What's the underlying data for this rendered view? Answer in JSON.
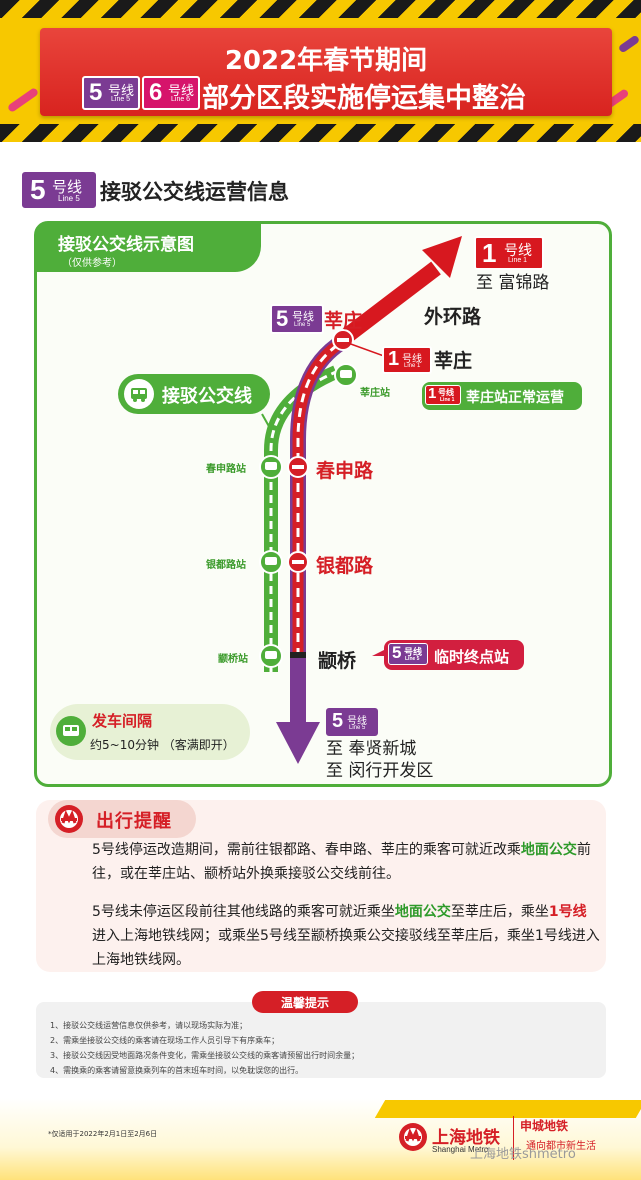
{
  "header": {
    "title_line1": "2022年春节期间",
    "title_line2": "部分区段实施停运集中整治",
    "badge_line5": {
      "num": "5",
      "zh": "号线",
      "en": "Line 5"
    },
    "badge_line6": {
      "num": "6",
      "zh": "号线",
      "en": "Line 6"
    }
  },
  "section": {
    "badge": {
      "num": "5",
      "zh": "号线",
      "en": "Line 5"
    },
    "title": "接驳公交线运营信息"
  },
  "map": {
    "tab_title": "接驳公交线示意图",
    "tab_note": "（仅供参考）",
    "bus_label": "接驳公交线",
    "line1_badge": {
      "num": "1",
      "zh": "号线",
      "en": "Line 1"
    },
    "line1_direction": "至 富锦路",
    "outer_ring": "外环路",
    "line5_badge": {
      "num": "5",
      "zh": "号线",
      "en": "Line 5"
    },
    "stations": {
      "xinzhuang": "莘庄",
      "chunshen": "春申路",
      "yindu": "银都路",
      "zhuanqiao": "颛桥"
    },
    "line1_xinzhuang": "莘庄",
    "xinzhuang_status": "莘庄站正常运营",
    "terminal_label": "临时终点站",
    "bus_stops": {
      "xinzhuang": "莘庄站",
      "chunshen": "春申路站",
      "yindu": "银都路站",
      "zhuanqiao": "颛桥站"
    },
    "line5_direction1": "至 奉贤新城",
    "line5_direction2": "至 闵行开发区",
    "interval_title": "发车间隔",
    "interval_text": "约5~10分钟 （客满即开）",
    "colors": {
      "line5": "#7b3b93",
      "line1": "#d7181f",
      "bus": "#4fae3a",
      "closed": "#d51f26"
    }
  },
  "reminder": {
    "title": "出行提醒",
    "p1_a": "5号线停运改造期间，需前往银都路、春申路、莘庄的乘客可就近改乘",
    "p1_hl": "地面公交",
    "p1_b": "前往，或在莘庄站、颛桥站外换乘接驳公交线前往。",
    "p2_a": "5号线未停运区段前往其他线路的乘客可就近乘坐",
    "p2_hl": "地面公交",
    "p2_b": "至莘庄后，乘坐",
    "p2_hr": "1号线",
    "p2_c": "进入上海地铁线网；或乘坐5号线至颛桥换乘公交接驳线至莘庄后，乘坐1号线进入上海地铁线网。"
  },
  "tips": {
    "title": "温馨提示",
    "items": [
      "1、接驳公交线运营信息仅供参考，请以现场实际为准；",
      "2、需乘坐接驳公交线的乘客请在现场工作人员引导下有序乘车；",
      "3、接驳公交线因受地面路况条件变化，需乘坐接驳公交线的乘客请预留出行时间余量；",
      "4、需换乘的乘客请留意换乘列车的首末班车时间，以免耽误您的出行。"
    ]
  },
  "footer": {
    "note": "*仅适用于2022年2月1日至2月6日",
    "logo_cn": "上海地铁",
    "logo_en": "Shanghai Metro",
    "slogan1": "申城地铁",
    "slogan2": "通向都市新生活",
    "watermark": "上海地铁shmetro"
  }
}
